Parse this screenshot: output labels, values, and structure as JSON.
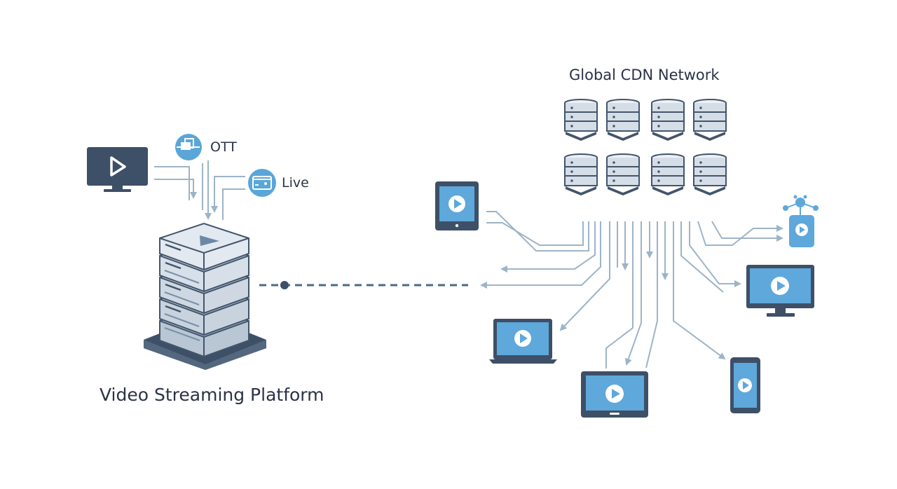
{
  "title": "Global CDN Network",
  "platform_label": "Video Streaming Platform",
  "badges": {
    "ott": "OTT",
    "live": "Live"
  },
  "colors": {
    "primary": "#3e5067",
    "device_blue": "#5ea8db",
    "badge_blue": "#5aa6d8",
    "arrow": "#9db4c7",
    "server_face": "#dde4ec",
    "server_side": "#b8c5d3"
  },
  "icons": {
    "platform": "video-server-stack-icon",
    "cdn": "server-database-icon",
    "monitor": "monitor-play-icon",
    "tablet": "tablet-play-icon",
    "laptop": "laptop-play-icon",
    "phone": "smartphone-play-icon",
    "iot": "connected-device-icon",
    "ott_badge": "ott-badge-icon",
    "live_badge": "live-badge-icon"
  }
}
